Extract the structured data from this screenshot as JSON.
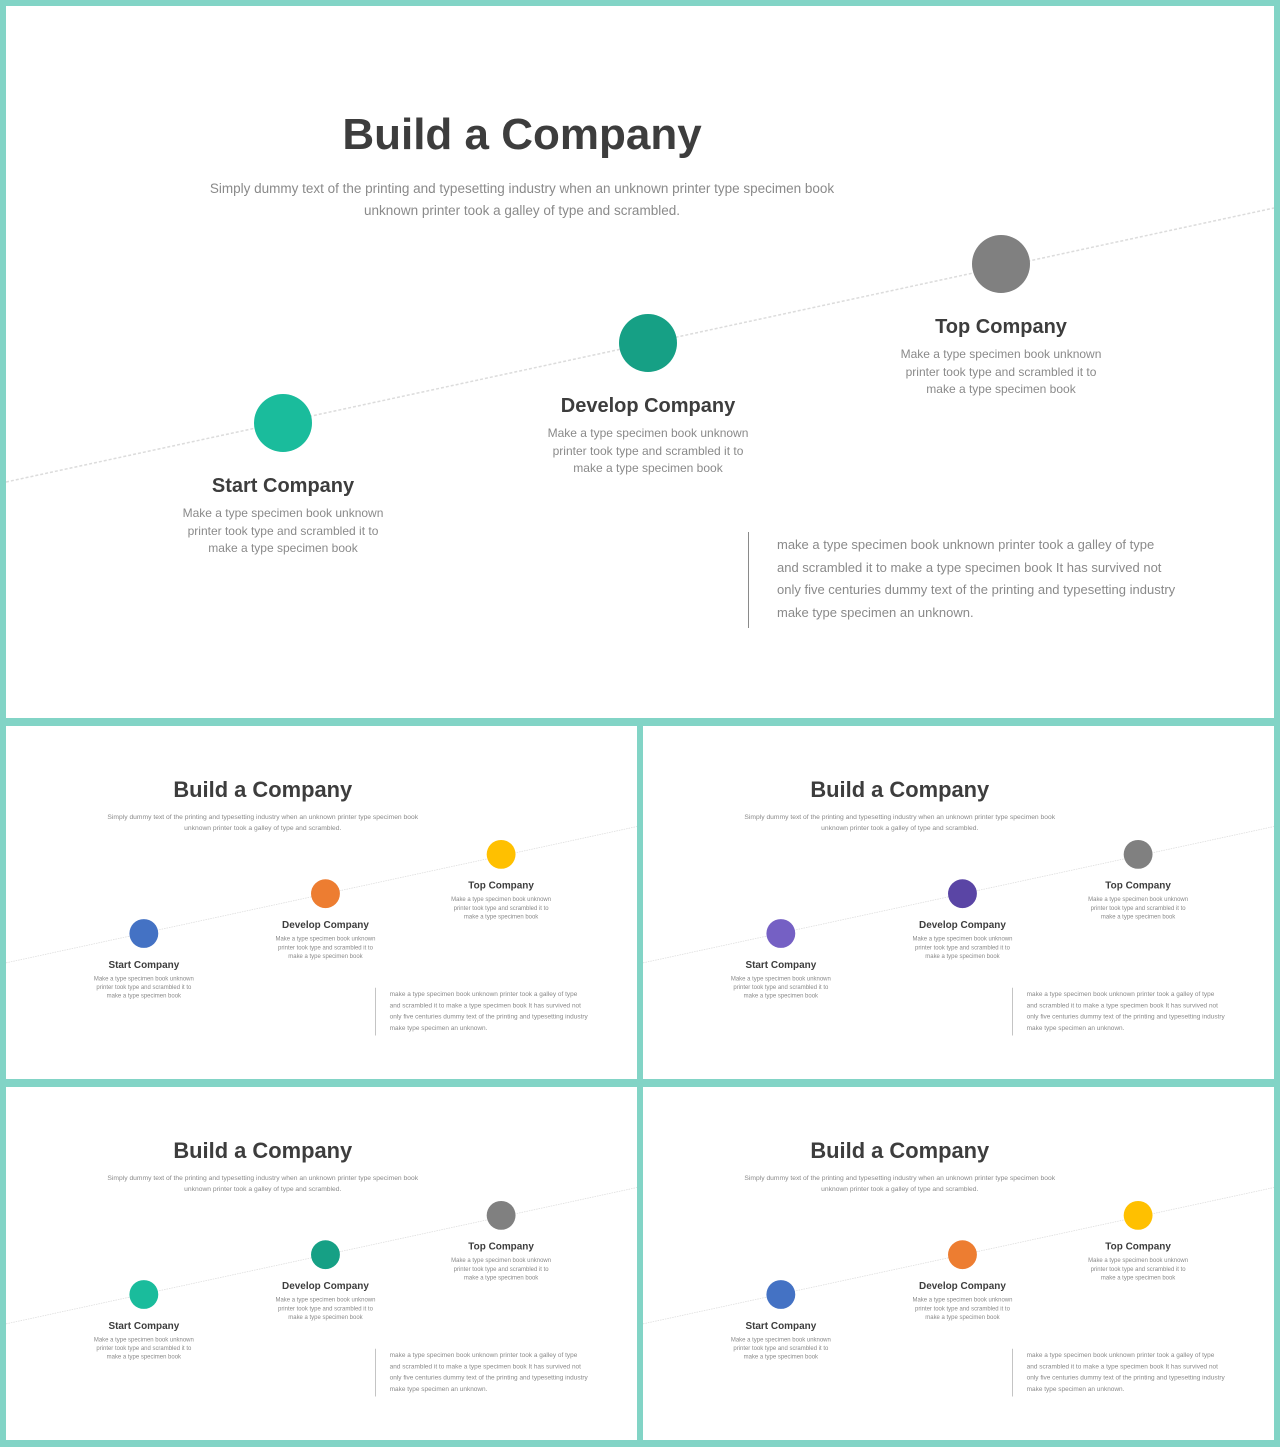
{
  "slide": {
    "title": "Build a Company",
    "subtitle": "Simply dummy text of the printing and typesetting industry when  an unknown  printer type specimen book unknown  printer took a galley of type and scrambled.",
    "steps": {
      "start": {
        "title": "Start Company",
        "desc": "Make a type specimen book unknown printer took type and scrambled it to make a type specimen book"
      },
      "develop": {
        "title": "Develop Company",
        "desc": "Make a type specimen book unknown printer took type and scrambled it to make a type specimen book"
      },
      "top": {
        "title": "Top Company",
        "desc": "Make a type specimen book unknown printer took type and scrambled it to make a type specimen book"
      }
    },
    "body": "make a type specimen book unknown printer took a galley of type and scrambled it to make a type specimen book It has survived  not only five centuries dummy text of the printing and typesetting industry make type specimen an unknown."
  },
  "variants": [
    {
      "start_color": "#1abc9c",
      "develop_color": "#16a085",
      "top_color": "#808080"
    },
    {
      "start_color": "#4472c4",
      "develop_color": "#ed7d31",
      "top_color": "#ffc000"
    },
    {
      "start_color": "#7560c4",
      "develop_color": "#5a45a5",
      "top_color": "#808080"
    },
    {
      "start_color": "#1abc9c",
      "develop_color": "#16a085",
      "top_color": "#808080"
    },
    {
      "start_color": "#4472c4",
      "develop_color": "#ed7d31",
      "top_color": "#ffc000"
    }
  ],
  "colors": {
    "background": "#82d4c6",
    "text_dark": "#3d3d3d",
    "text_muted": "#8a8a8a",
    "line": "#dcdcdc"
  }
}
